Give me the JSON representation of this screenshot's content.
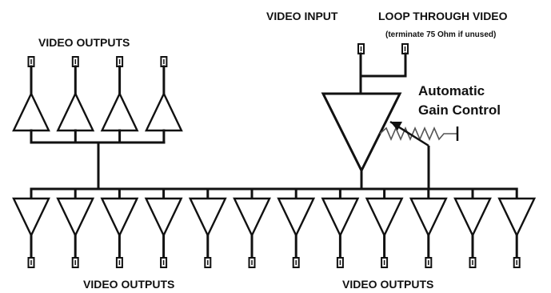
{
  "labels": {
    "video_input": "VIDEO INPUT",
    "loop_through": "LOOP THROUGH VIDEO",
    "loop_through_note": "(terminate 75 Ohm if unused)",
    "video_outputs_top": "VIDEO OUTPUTS",
    "agc_line1": "Automatic",
    "agc_line2": "Gain Control",
    "video_outputs_bottom_left": "VIDEO OUTPUTS",
    "video_outputs_bottom_right": "VIDEO OUTPUTS"
  },
  "diagram": {
    "upper_amplifier_count": 4,
    "lower_amplifier_count": 12,
    "input_connector_count": 2,
    "ink_color": "#111111",
    "background_color": "#ffffff"
  }
}
